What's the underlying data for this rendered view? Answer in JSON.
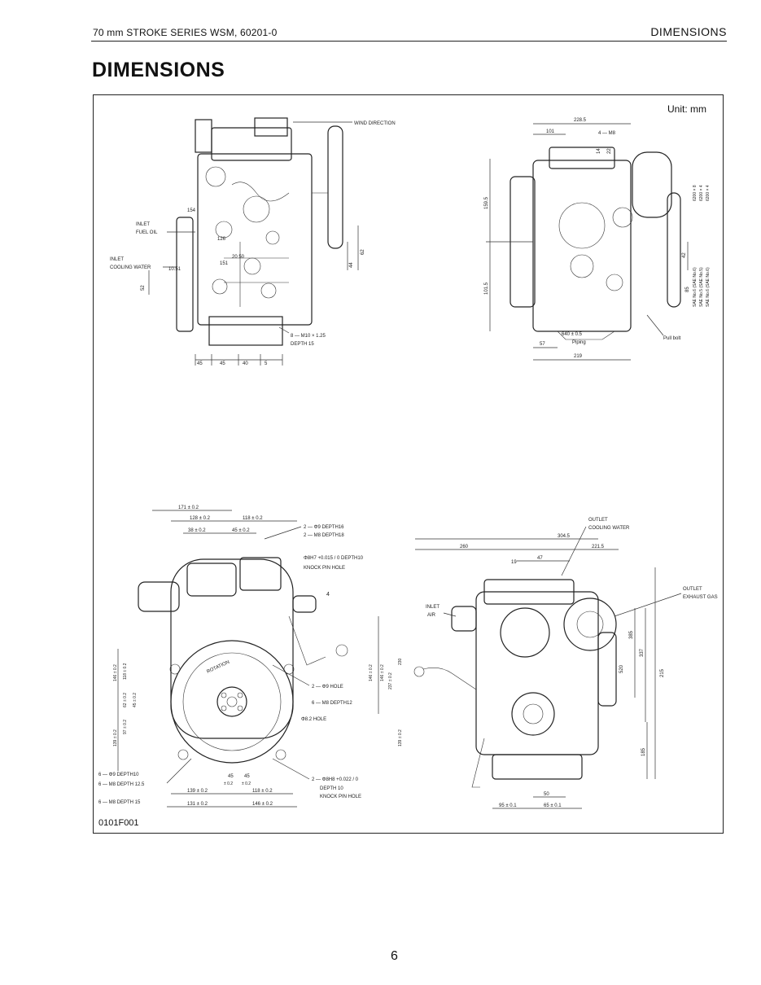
{
  "header": {
    "left": "70 mm STROKE SERIES  WSM, 60201-0",
    "right": "DIMENSIONS"
  },
  "title": "DIMENSIONS",
  "figure": {
    "unit": "Unit: mm",
    "figure_id": "0101F001",
    "views": {
      "top_left": {
        "labels": [
          "WIND DIRECTION",
          "INLET",
          "FUEL OIL",
          "INLET",
          "COOLING WATER",
          "8 — M10 × 1.25",
          "DEPTH 15"
        ],
        "dimensions": [
          "154",
          "151",
          "126",
          "20 50",
          "44",
          "62",
          "52",
          "10.51",
          "45",
          "45",
          "40",
          "5"
        ]
      },
      "top_right": {
        "labels": [
          "4 — M8",
          "Pull bolt",
          "Piping",
          "640 ± 0.5"
        ],
        "dimensions": [
          "228.5",
          "101",
          "22",
          "14",
          "159.5",
          "101.5",
          "57",
          "219",
          "42",
          "85"
        ],
        "flange_notes": [
          "SAE No.6 (SAE No.6)",
          "SAE No.5 (SAE No.5)",
          "SAE No.6 (SAE No.6)",
          "6200 × 8",
          "6200 × 4",
          "6200 × 4"
        ]
      },
      "bottom_left": {
        "labels": [
          "2 — Φ9  DEPTH16",
          "2 — M8  DEPTH18",
          "Φ8H7 +0.015 / 0  DEPTH10",
          "KNOCK PIN HOLE",
          "2 — Φ9  HOLE",
          "6 — M8  DEPTH12",
          "Φ8.2  HOLE",
          "6 — Φ9  DEPTH10",
          "6 — M8  DEPTH 12.5",
          "2 — Φ8H8 +0.022 / 0",
          "DEPTH 10",
          "KNOCK PIN HOLE",
          "6 — M8  DEPTH 15",
          "ROTATION",
          "4"
        ],
        "dimensions": [
          "171 ± 0.2",
          "128 ± 0.2",
          "118 ± 0.2",
          "38 ± 0.2",
          "45 ± 0.2",
          "146 ± 0.2",
          "118 ± 0.2",
          "62 ± 0.2",
          "45 ± 0.2",
          "97 ± 0.2",
          "139 ± 0.2",
          "146 ± 0.2",
          "146 ± 0.2",
          "237 ± 0.2",
          "230",
          "139 ± 0.2",
          "45",
          "45",
          "± 0.2",
          "± 0.2",
          "139 ± 0.2",
          "118 ± 0.2",
          "131 ± 0.2",
          "146 ± 0.2"
        ]
      },
      "bottom_right": {
        "labels": [
          "OUTLET",
          "COOLING WATER",
          "OUTLET",
          "EXHAUST GAS",
          "INLET",
          "AIR"
        ],
        "dimensions": [
          "304.5",
          "260",
          "221.5",
          "19",
          "47",
          "385",
          "337",
          "215",
          "520",
          "185",
          "50",
          "95 ± 0.1",
          "65 ± 0.1"
        ]
      }
    }
  },
  "page_number": "6"
}
